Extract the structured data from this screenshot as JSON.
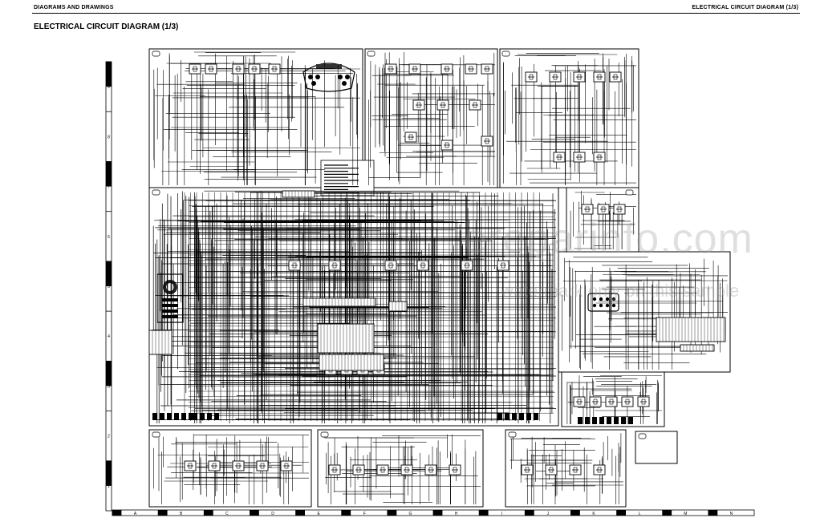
{
  "header": {
    "left": "DIAGRAMS AND DRAWINGS",
    "right": "ELECTRICAL CIRCUIT DIAGRAM (1/3)"
  },
  "title": "ELECTRICAL CIRCUIT DIAGRAM (1/3)",
  "row_labels": [
    "9",
    "8",
    "7",
    "6",
    "5",
    "4",
    "3",
    "2",
    "1"
  ],
  "column_labels": [
    "A",
    "B",
    "C",
    "D",
    "E",
    "F",
    "G",
    "H",
    "I",
    "J",
    "K",
    "L",
    "M",
    "N"
  ],
  "watermark": {
    "main": "ereparinfo.com",
    "sub": "watermark only on this sample"
  },
  "colors": {
    "ink": "#000000",
    "watermark": "#969696"
  }
}
